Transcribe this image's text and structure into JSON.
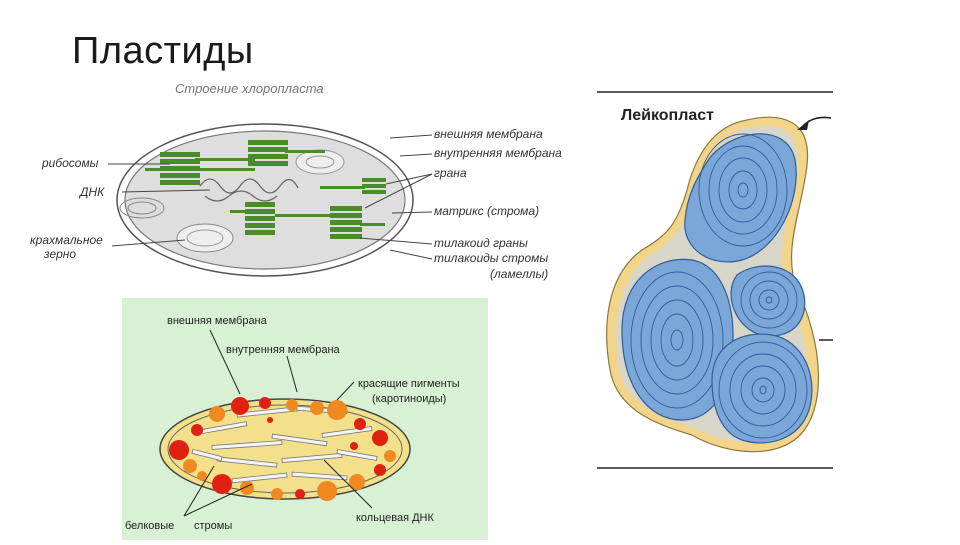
{
  "slide": {
    "title": "Пластиды"
  },
  "chloroplast": {
    "heading": "Строение хлоропласта",
    "labels": {
      "outer_membrane": "внешняя мембрана",
      "inner_membrane": "внутренняя мембрана",
      "grana": "грана",
      "matrix": "матрикс (строма)",
      "granum_thylakoid": "тилакоид граны",
      "stroma_thylakoids_1": "тилакоиды стромы",
      "stroma_thylakoids_2": "(ламеллы)",
      "ribosomes": "рибосомы",
      "dna": "ДНК",
      "starch_1": "крахмальное",
      "starch_2": "зерно"
    },
    "colors": {
      "thylakoid": "#4a8c2a",
      "stroma": "#dcdcdc",
      "outline": "#555555"
    }
  },
  "chromoplast": {
    "labels": {
      "outer_membrane": "внешняя мембрана",
      "inner_membrane": "внутренняя мембрана",
      "pigments_1": "красящие пигменты",
      "pigments_2": "(каротиноиды)",
      "stroma_proteins_1": "белковые",
      "stroma_proteins_2": "стромы",
      "ring_dna": "кольцевая ДНК"
    },
    "colors": {
      "background": "#d8f0d4",
      "body": "#f3e08a",
      "red": "#e02010",
      "orange": "#f08a20"
    }
  },
  "leucoplast": {
    "title": "Лейкопласт",
    "colors": {
      "starch": "#7aa6d8",
      "envelope": "#f2d58a",
      "rings": "#2f5d9a"
    }
  }
}
